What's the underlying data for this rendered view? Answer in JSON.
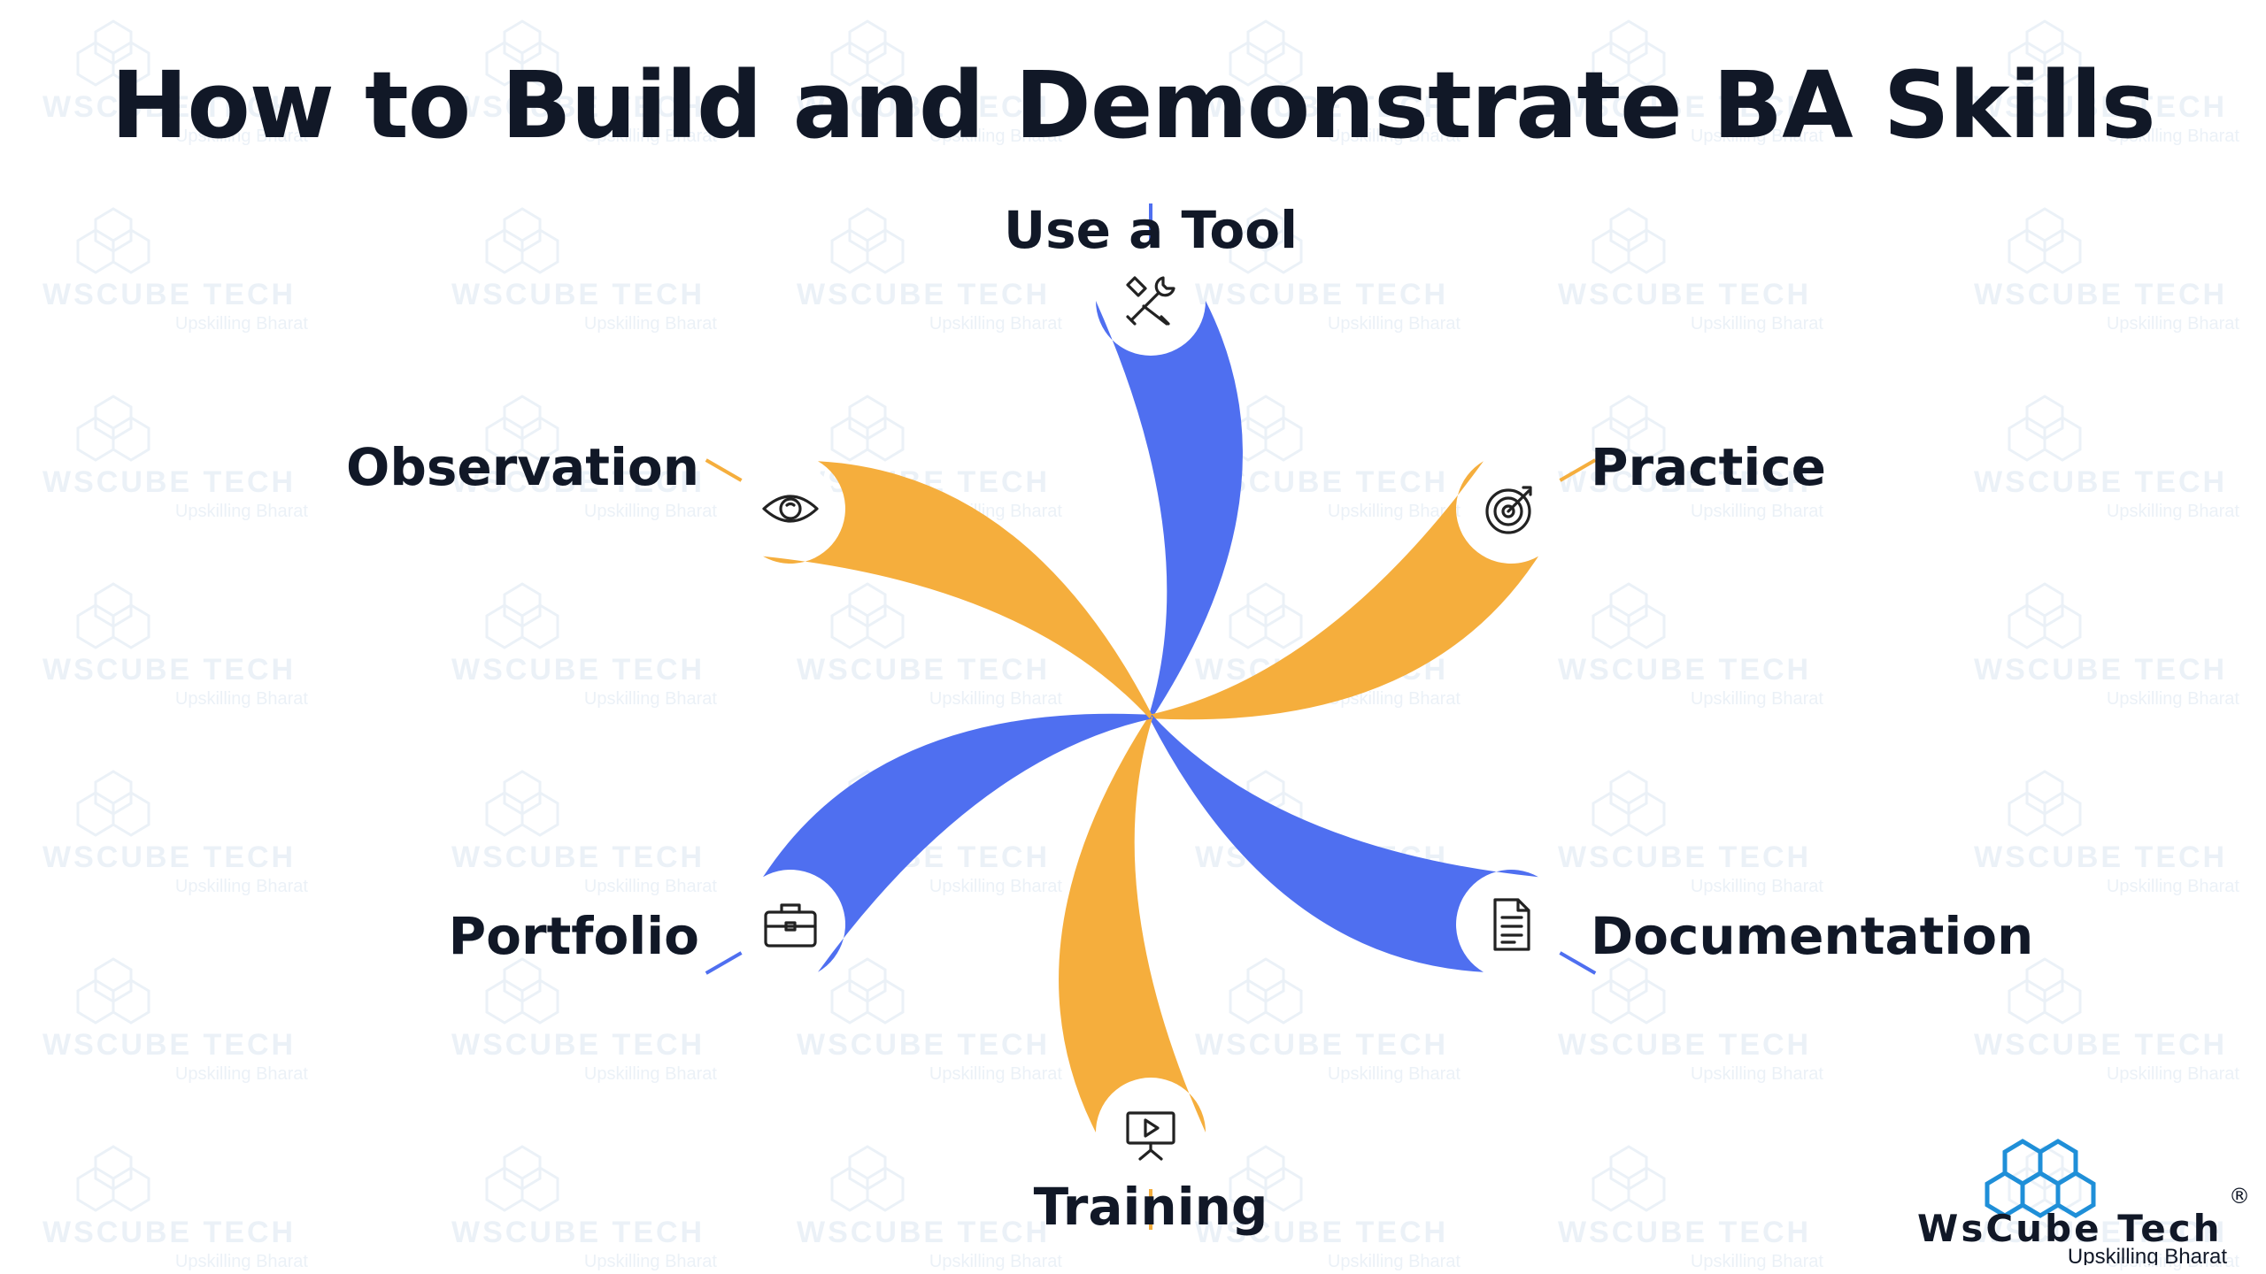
{
  "title": "How to Build and Demonstrate BA Skills",
  "steps": [
    {
      "label": "Use a Tool",
      "icon": "tools-icon",
      "color": "blue"
    },
    {
      "label": "Practice",
      "icon": "target-icon",
      "color": "orange"
    },
    {
      "label": "Documentation",
      "icon": "document-icon",
      "color": "blue"
    },
    {
      "label": "Training",
      "icon": "presentation-icon",
      "color": "orange"
    },
    {
      "label": "Portfolio",
      "icon": "briefcase-icon",
      "color": "blue"
    },
    {
      "label": "Observation",
      "icon": "eye-icon",
      "color": "orange"
    }
  ],
  "colors": {
    "blue": "#4F6FF0",
    "orange": "#F5AE3D",
    "title": "#111827",
    "watermark": "#DCE6F2"
  },
  "logo": {
    "name": "WsCube Tech",
    "registered": "®",
    "tagline": "Upskilling Bharat",
    "brand_color": "#1F8FD8"
  },
  "watermark": {
    "name": "WsCube Tech",
    "tagline": "Upskilling Bharat"
  }
}
